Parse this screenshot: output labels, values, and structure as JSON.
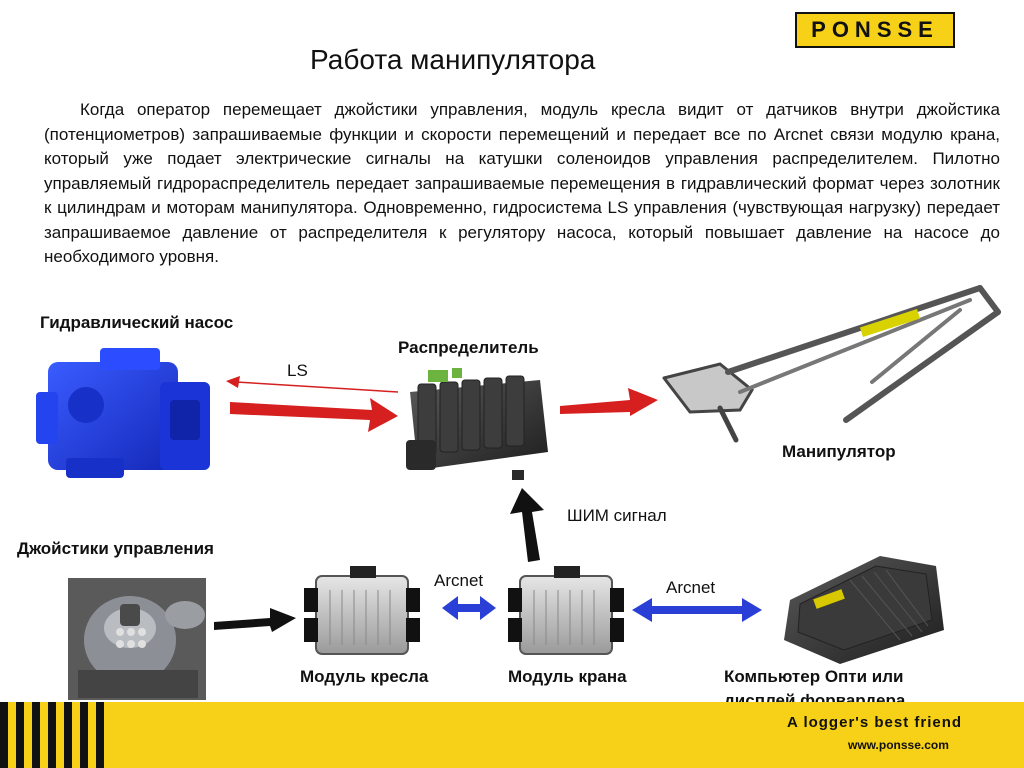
{
  "logo": {
    "text": "PONSSE"
  },
  "title": "Работа манипулятора",
  "paragraph": "Когда оператор перемещает джойстики управления, модуль кресла видит от датчиков внутри джойстика (потенциометров) запрашиваемые функции и скорости перемещений и передает все по Arcnet связи модулю крана, который уже подает электрические сигналы на катушки соленоидов управления распределителем. Пилотно управляемый гидрораспределитель передает запрашиваемые перемещения в гидравлический формат через золотник к цилиндрам и моторам манипулятора. Одновременно, гидросистема LS управления (чувствующая нагрузку) передает запрашиваемое давление от распределителя к регулятору насоса, который повышает давление на насосе до необходимого уровня.",
  "labels": {
    "pump": "Гидравлический насос",
    "distributor": "Распределитель",
    "manipulator": "Манипулятор",
    "joysticks": "Джойстики управления",
    "seat_module": "Модуль кресла",
    "crane_module": "Модуль крана",
    "computer_line1": "Компьютер Опти или",
    "computer_line2": "дисплей форвардера",
    "ls": "LS",
    "pwm": "ШИМ сигнал",
    "arcnet1": "Arcnet",
    "arcnet2": "Arcnet"
  },
  "footer": {
    "tagline": "A logger's best friend",
    "url": "www.ponsse.com"
  },
  "colors": {
    "brand_yellow": "#f7d117",
    "pump_blue": "#1f3fe6",
    "arrow_red": "#d61f1f",
    "arrow_blue": "#2a3fd6",
    "arrow_black": "#111111"
  }
}
